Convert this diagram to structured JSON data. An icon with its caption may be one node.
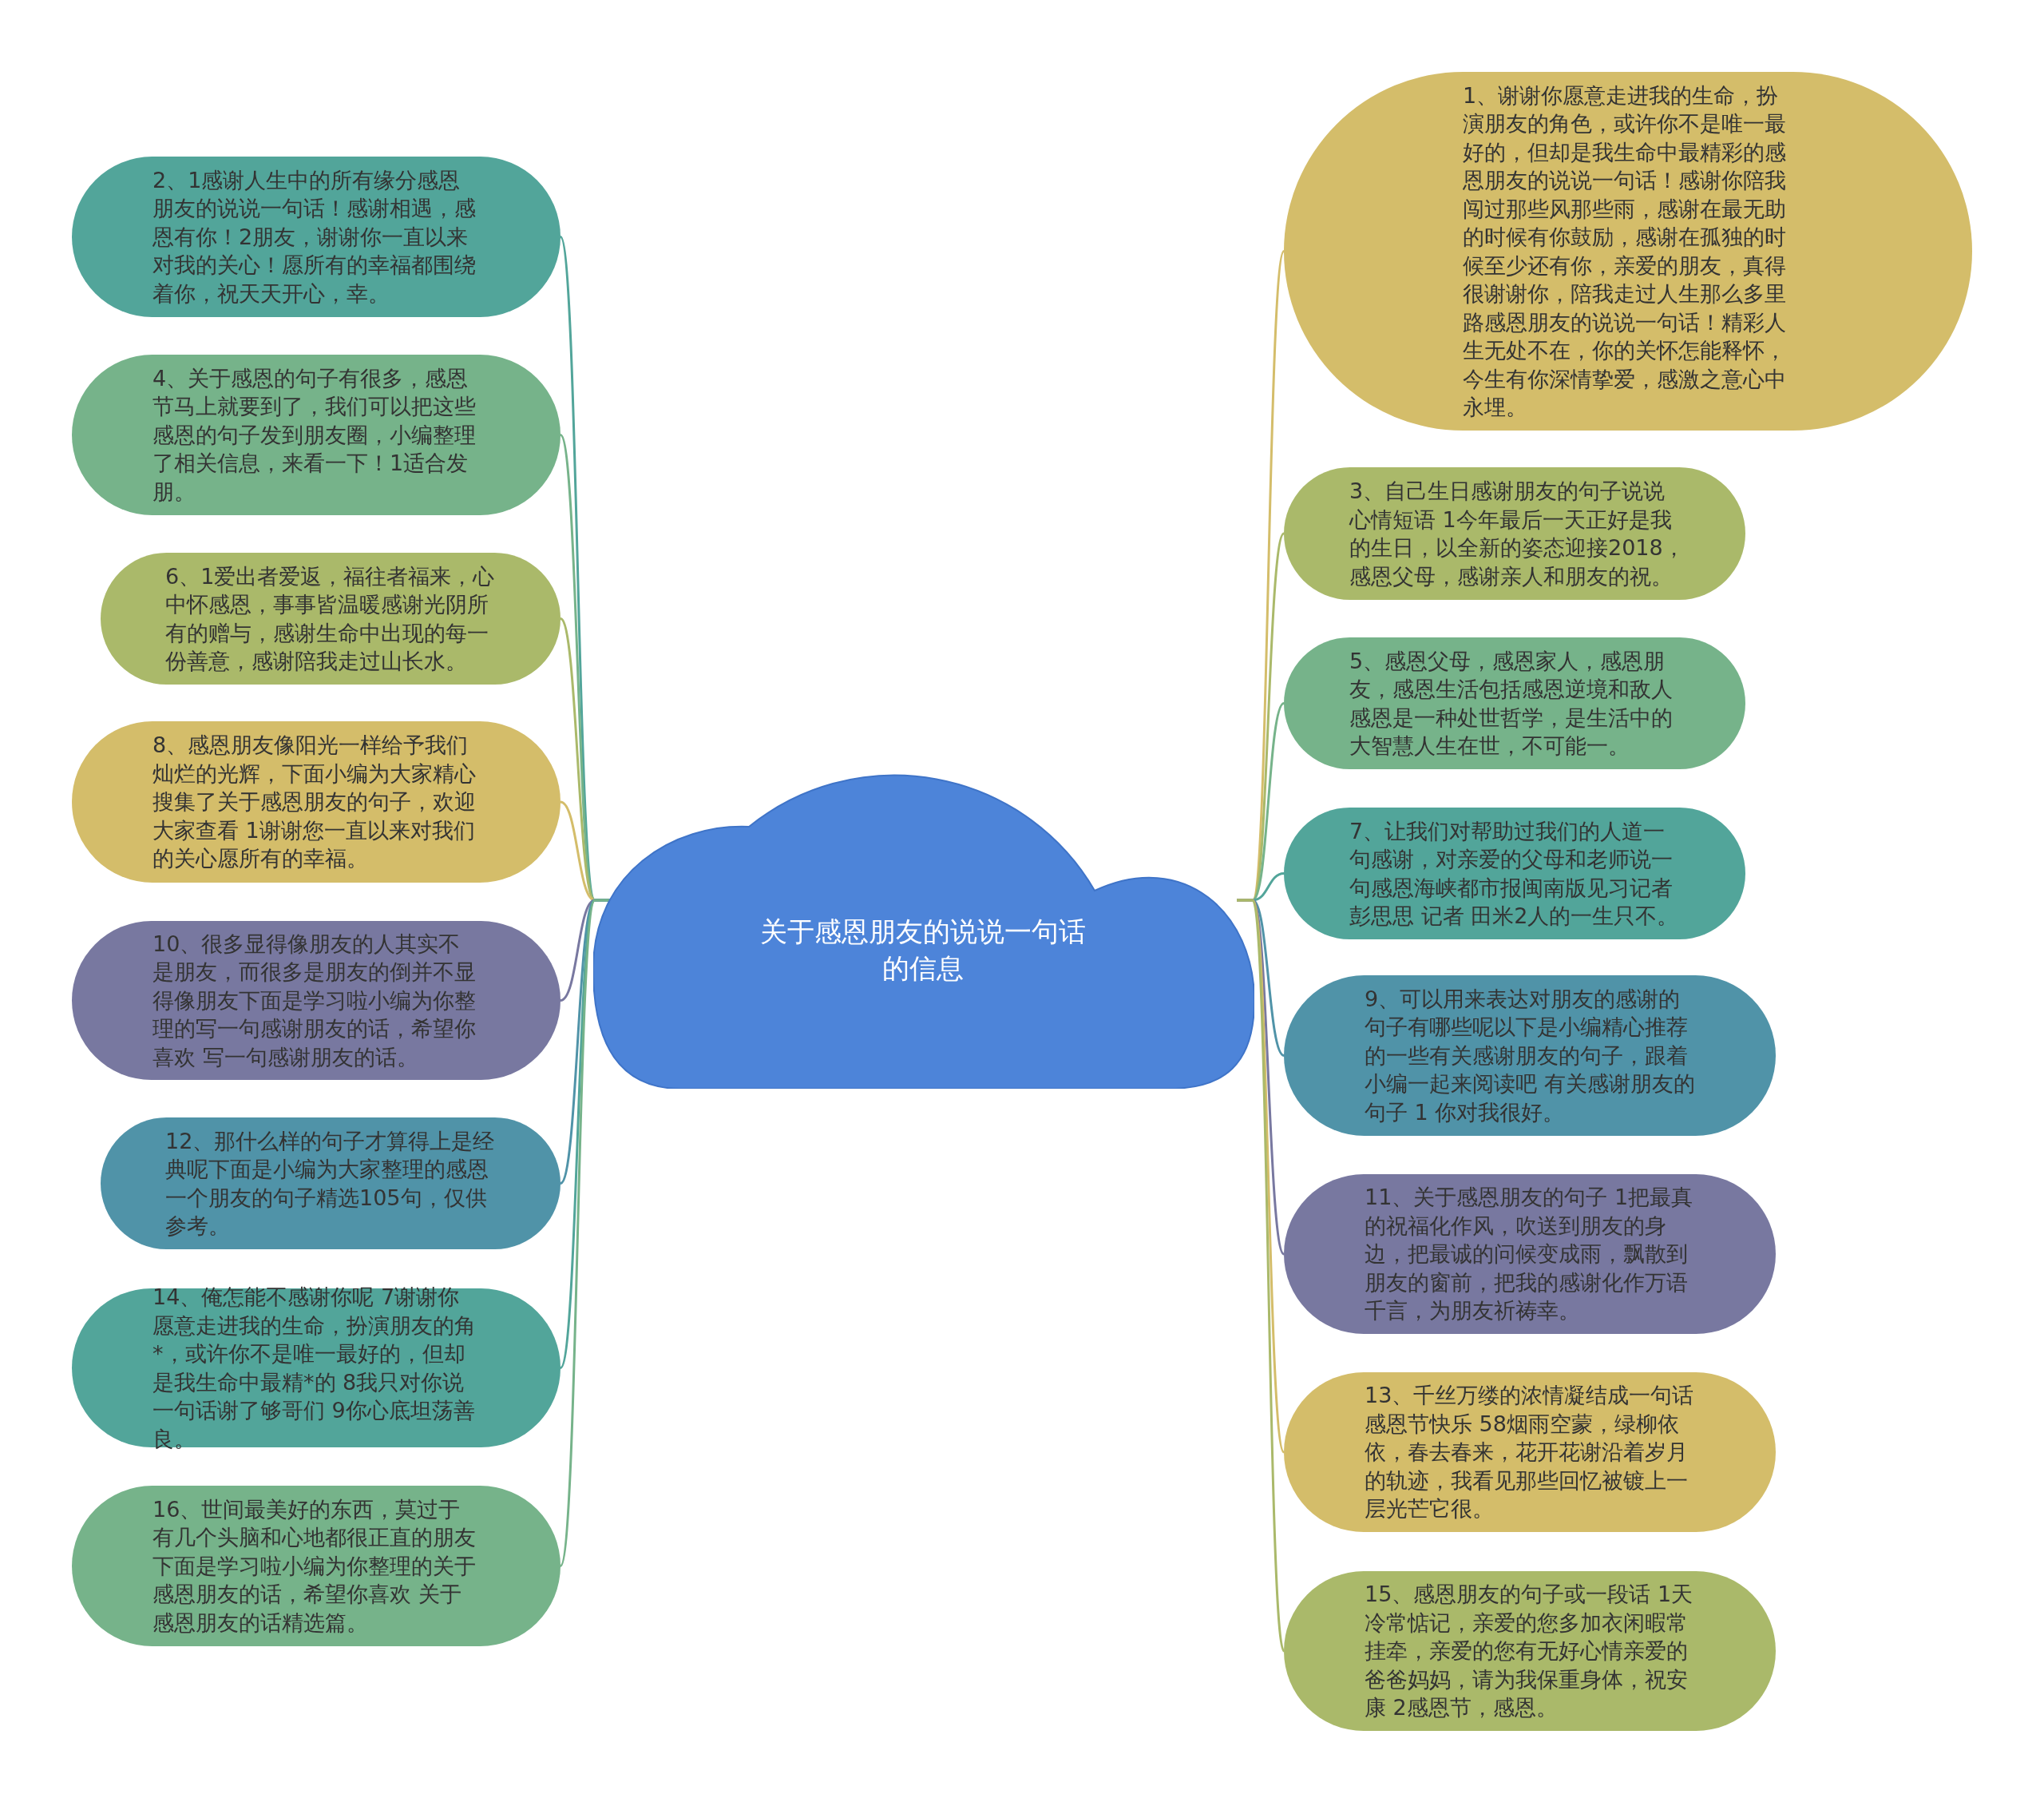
{
  "diagram": {
    "nodes": [
      {
        "text": [
          "关于感恩朋友的说说一句话的信息"
        ]
      },
      {
        "text": [
          "1、谢谢你愿意走进我的生命，扮演朋友的角色，或许你不是唯一最好的，但却是我生命中最精彩的感恩朋友的说说一句话！感谢你陪我闯过那些风那些雨，感谢在最无助的时候有你鼓励，感谢在孤独的时候至少还有你，亲爱的朋友，真得很谢谢你，陪我走过人生那么多里路感恩朋友的说说一句话！精彩人生无处不在，你的关怀怎能释怀，今生有你深情挚爱，感激之意心中永埋。"
        ]
      },
      {
        "text": [
          "2、1感谢人生中的所有缘分感恩朋友的说说一句话！感谢相遇，感恩有你！2朋友，谢谢你一直以来对我的关心！愿所有的幸福都围绕着你，祝天天开心，幸。"
        ]
      },
      {
        "text": [
          "3、自己生日感谢朋友的句子说说心情短语 1今年最后一天正好是我的生日，以全新的姿态迎接2018，感恩父母，感谢亲人和朋友的祝。"
        ]
      },
      {
        "text": [
          "4、关于感恩的句子有很多，感恩节马上就要到了，我们可以把这些感恩的句子发到朋友圈，小编整理了相关信息，来看一下！1适合发朋。"
        ]
      },
      {
        "text": [
          "5、感恩父母，感恩家人，感恩朋友，感恩生活包括感恩逆境和敌人感恩是一种处世哲学，是生活中的大智慧人生在世，不可能一。"
        ]
      },
      {
        "text": [
          "6、1爱出者爱返，福往者福来，心中怀感恩，事事皆温暖感谢光阴所有的赠与，感谢生命中出现的每一份善意，感谢陪我走过山长水。"
        ]
      },
      {
        "text": [
          "7、让我们对帮助过我们的人道一句感谢，对亲爱的父母和老师说一句感恩海峡都市报闽南版见习记者彭思思 记者 田米2人的一生只不。"
        ]
      },
      {
        "text": [
          "8、感恩朋友像阳光一样给予我们灿烂的光辉，下面小编为大家精心搜集了关于感恩朋友的句子，欢迎大家查看 1谢谢您一直以来对我们的关心愿所有的幸福。"
        ]
      },
      {
        "text": [
          "9、可以用来表达对朋友的感谢的句子有哪些呢以下是小编精心推荐的一些有关感谢朋友的句子，跟着小编一起来阅读吧 有关感谢朋友的句子 1 你对我很好。"
        ]
      },
      {
        "text": [
          "10、很多显得像朋友的人其实不是朋友，而很多是朋友的倒并不显得像朋友下面是学习啦小编为你整理的写一句感谢朋友的话，希望你喜欢 写一句感谢朋友的话。"
        ]
      },
      {
        "text": [
          "11、关于感恩朋友的句子 1把最真的祝福化作风，吹送到朋友的身边，把最诚的问候变成雨，飘散到朋友的窗前，把我的感谢化作万语千言，为朋友祈祷幸。"
        ]
      },
      {
        "text": [
          "12、那什么样的句子才算得上是经典呢下面是小编为大家整理的感恩一个朋友的句子精选105句，仅供参考。"
        ]
      },
      {
        "text": [
          "13、千丝万缕的浓情凝结成一句话感恩节快乐 58烟雨空蒙，绿柳依依，春去春来，花开花谢沿着岁月的轨迹，我看见那些回忆被镀上一层光芒它很。"
        ]
      },
      {
        "text": [
          "14、俺怎能不感谢你呢 7谢谢你愿意走进我的生命，扮演朋友的角*，或许你不是唯一最好的，但却是我生命中最精*的 8我只对你说一句话谢了够哥们 9你心底坦荡善良。"
        ]
      },
      {
        "text": [
          "15、感恩朋友的句子或一段话 1天冷常惦记，亲爱的您多加衣闲暇常挂牵，亲爱的您有无好心情亲爱的爸爸妈妈，请为我保重身体，祝安康 2感恩节，感恩。"
        ]
      },
      {
        "text": [
          "16、世间最美好的东西，莫过于有几个头脑和心地都很正直的朋友下面是学习啦小编为你整理的关于感恩朋友的话，希望你喜欢 关于感恩朋友的话精选篇。"
        ]
      }
    ],
    "edges": [
      {
        "from": 0,
        "to": 1,
        "arrow": "none",
        "color": "#d4bd6a"
      },
      {
        "from": 0,
        "to": 2,
        "arrow": "none",
        "color": "#52a59a"
      },
      {
        "from": 0,
        "to": 3,
        "arrow": "none",
        "color": "#aab96a"
      },
      {
        "from": 0,
        "to": 4,
        "arrow": "none",
        "color": "#76b38a"
      },
      {
        "from": 0,
        "to": 5,
        "arrow": "none",
        "color": "#76b38a"
      },
      {
        "from": 0,
        "to": 6,
        "arrow": "none",
        "color": "#aab96a"
      },
      {
        "from": 0,
        "to": 7,
        "arrow": "none",
        "color": "#52a59a"
      },
      {
        "from": 0,
        "to": 8,
        "arrow": "none",
        "color": "#d4bd6a"
      },
      {
        "from": 0,
        "to": 9,
        "arrow": "none",
        "color": "#5093a8"
      },
      {
        "from": 0,
        "to": 10,
        "arrow": "none",
        "color": "#7878a0"
      },
      {
        "from": 0,
        "to": 11,
        "arrow": "none",
        "color": "#7878a0"
      },
      {
        "from": 0,
        "to": 12,
        "arrow": "none",
        "color": "#5093a8"
      },
      {
        "from": 0,
        "to": 13,
        "arrow": "none",
        "color": "#d4bd6a"
      },
      {
        "from": 0,
        "to": 14,
        "arrow": "none",
        "color": "#52a59a"
      },
      {
        "from": 0,
        "to": 15,
        "arrow": "none",
        "color": "#aab96a"
      },
      {
        "from": 0,
        "to": 16,
        "arrow": "none",
        "color": "#76b38a"
      }
    ]
  }
}
